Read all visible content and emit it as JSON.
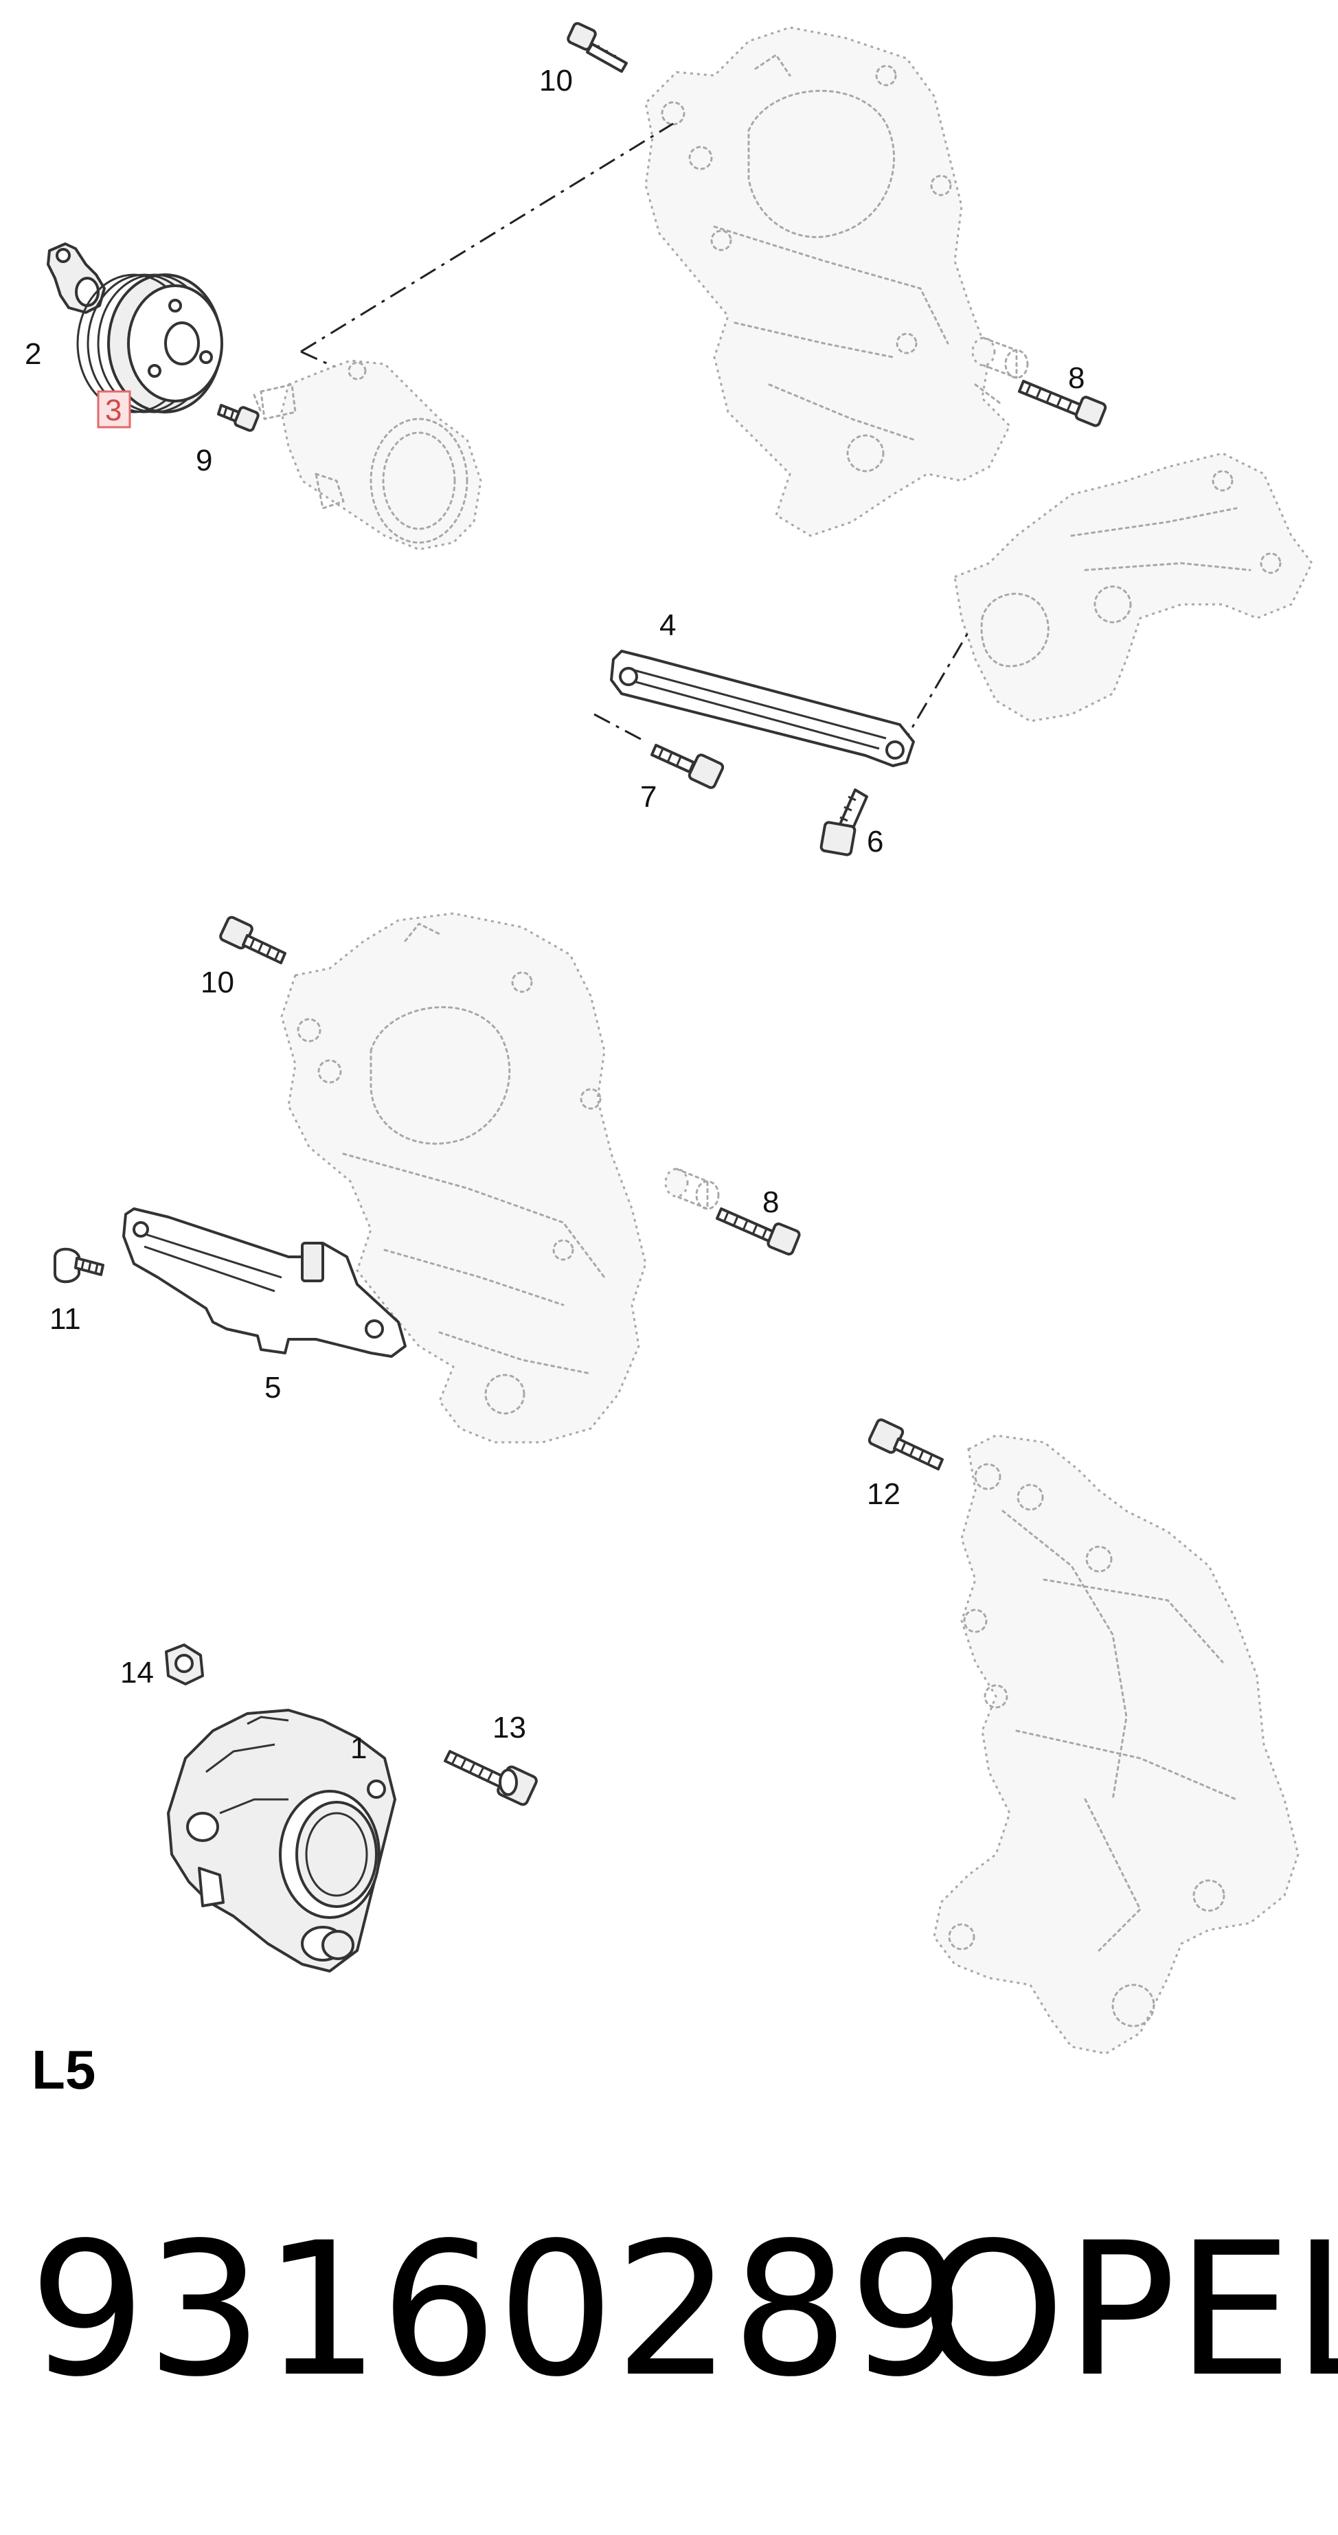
{
  "callouts": [
    {
      "id": "c10a",
      "text": "10"
    },
    {
      "id": "c2",
      "text": "2"
    },
    {
      "id": "c3",
      "text": "3"
    },
    {
      "id": "c9",
      "text": "9"
    },
    {
      "id": "c8a",
      "text": "8"
    },
    {
      "id": "c4",
      "text": "4"
    },
    {
      "id": "c7",
      "text": "7"
    },
    {
      "id": "c6",
      "text": "6"
    },
    {
      "id": "c10b",
      "text": "10"
    },
    {
      "id": "c8b",
      "text": "8"
    },
    {
      "id": "c11",
      "text": "11"
    },
    {
      "id": "c5",
      "text": "5"
    },
    {
      "id": "c12",
      "text": "12"
    },
    {
      "id": "c14",
      "text": "14"
    },
    {
      "id": "c1",
      "text": "1"
    },
    {
      "id": "c13",
      "text": "13"
    }
  ],
  "highlight_color": "#e06a6a",
  "variant_code": "L5",
  "part_number": "93160289",
  "brand": "OPEL"
}
